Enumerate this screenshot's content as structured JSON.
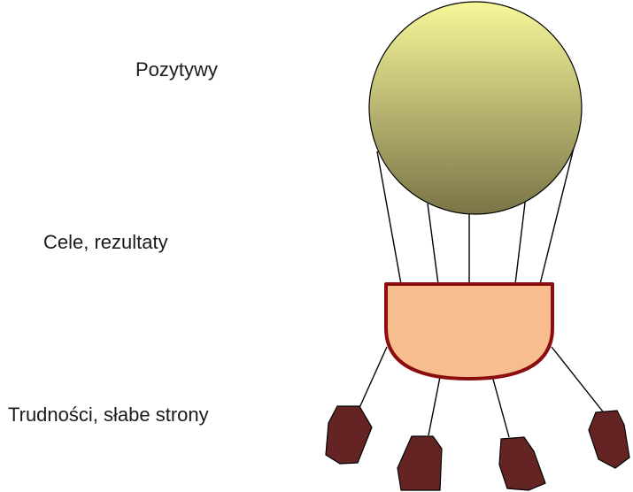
{
  "labels": {
    "positives": "Pozytywy",
    "goals": "Cele, rezultaty",
    "difficulties": "Trudności, słabe strony"
  },
  "colors": {
    "balloon_top": "#f7f79a",
    "balloon_bottom": "#7a7447",
    "basket_fill": "#f7bd8f",
    "basket_stroke": "#8b0d0d",
    "weight_fill": "#652424",
    "rope": "#000000"
  }
}
